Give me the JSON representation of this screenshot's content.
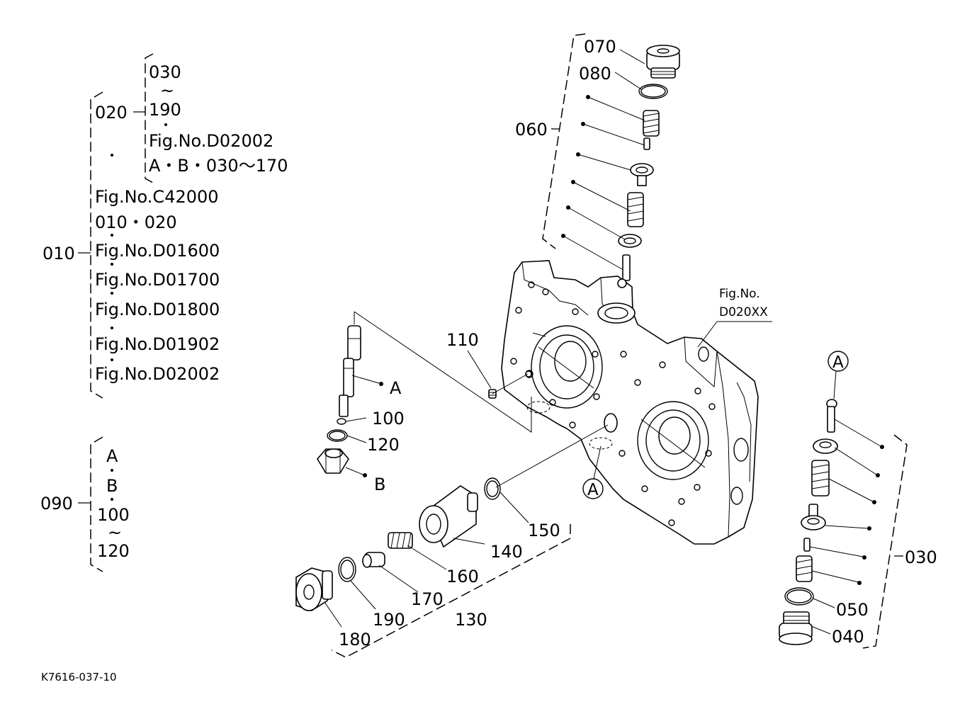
{
  "legend_top": {
    "group_020": "020",
    "range_start": "030",
    "tilde": "~",
    "range_end": "190",
    "fig_d02002": "Fig.No.D02002",
    "ab_range": "A・B・030～170",
    "fig_c42000": "Fig.No.C42000",
    "items_010_020": "010・020",
    "fig_d01600": "Fig.No.D01600",
    "fig_d01700": "Fig.No.D01700",
    "fig_d01800": "Fig.No.D01800",
    "fig_d01902": "Fig.No.D01902",
    "fig_d02002_b": "Fig.No.D02002",
    "group_010": "010"
  },
  "legend_bottom": {
    "group_090": "090",
    "item_a": "A",
    "item_b": "B",
    "item_100": "100",
    "tilde": "~",
    "item_120": "120"
  },
  "callouts": {
    "p070": "070",
    "p080": "080",
    "p060": "060",
    "fig_ref_line1": "Fig.No.",
    "fig_ref_line2": "D020XX",
    "p110": "110",
    "ref_a_left": "A",
    "p100": "100",
    "p120": "120",
    "ref_b": "B",
    "p150": "150",
    "p140": "140",
    "p160": "160",
    "p170": "170",
    "p190": "190",
    "p130": "130",
    "p180": "180",
    "circle_a_center": "A",
    "circle_a_right": "A",
    "p030": "030",
    "p050": "050",
    "p040": "040"
  },
  "drawing_code": "K7616-037-10"
}
